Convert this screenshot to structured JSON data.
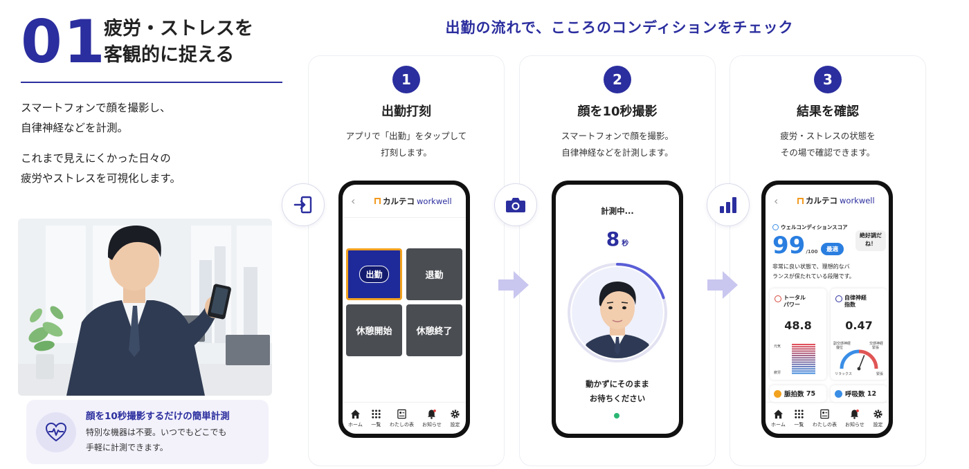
{
  "hero": {
    "number": "01",
    "title_line1": "疲労・ストレスを",
    "title_line2": "客観的に捉える"
  },
  "description": {
    "line1": "スマートフォンで顔を撮影し、",
    "line2": "自律神経などを計測。",
    "line3": "これまで見えにくかった日々の",
    "line4": "疲労やストレスを可視化します。"
  },
  "feature": {
    "icon": "heart-pulse-icon",
    "title": "顔を10秒撮影するだけの簡単計測",
    "line1": "特別な機器は不要。いつでもどこでも",
    "line2": "手軽に計測できます。"
  },
  "flow_title": "出勤の流れで、こころのコンディションをチェック",
  "steps": [
    {
      "num": "1",
      "title": "出勤打刻",
      "line1": "アプリで「出勤」をタップして",
      "line2": "打刻します。",
      "icon": "punch-in-icon"
    },
    {
      "num": "2",
      "title": "顔を10秒撮影",
      "line1": "スマートフォンで顔を撮影。",
      "line2": "自律神経などを計測します。",
      "icon": "camera-icon"
    },
    {
      "num": "3",
      "title": "結果を確認",
      "line1": "疲労・ストレスの状態を",
      "line2": "その場で確認できます。",
      "icon": "bar-chart-icon"
    }
  ],
  "app": {
    "brand_main": "カルテコ",
    "brand_sub": "workwell",
    "tiles": [
      "出勤",
      "退勤",
      "休憩開始",
      "休憩終了"
    ],
    "tabs": [
      "ホーム",
      "一覧",
      "わたしの表",
      "お知らせ",
      "設定"
    ]
  },
  "measure": {
    "label": "計測中...",
    "seconds": "8",
    "unit": "秒",
    "wait_line1": "動かずにそのまま",
    "wait_line2": "お待ちください",
    "progress": 0.2
  },
  "result": {
    "heading": "ウェルコンディションスコア",
    "score": "99",
    "score_max": "/100",
    "badge": "最適",
    "bubble_line1": "絶好調だ",
    "bubble_line2": "ね！",
    "desc_line1": "非常に良い状態で、理想的なバ",
    "desc_line2": "ランスが保たれている段階です。",
    "total_power": {
      "title1": "トータル",
      "title2": "パワー",
      "value": "48.8",
      "label_top": "元気",
      "label_bottom": "疲労"
    },
    "autonomic": {
      "title1": "自律神経",
      "title2": "指数",
      "value": "0.47",
      "label_left1": "副交感神経",
      "label_left2": "優位",
      "label_right1": "交感神経",
      "label_right2": "緊張",
      "label_bl": "リラックス",
      "label_br": "緊張",
      "gauge_level": 0.62
    },
    "pulse": {
      "label": "脈拍数",
      "value": "75"
    },
    "breath": {
      "label": "呼吸数",
      "value": "12"
    }
  },
  "colors": {
    "accent": "#2b2e9e",
    "highlight": "#f2a21f",
    "score_blue": "#2a7ee0",
    "arrow": "#c9c6ef"
  }
}
